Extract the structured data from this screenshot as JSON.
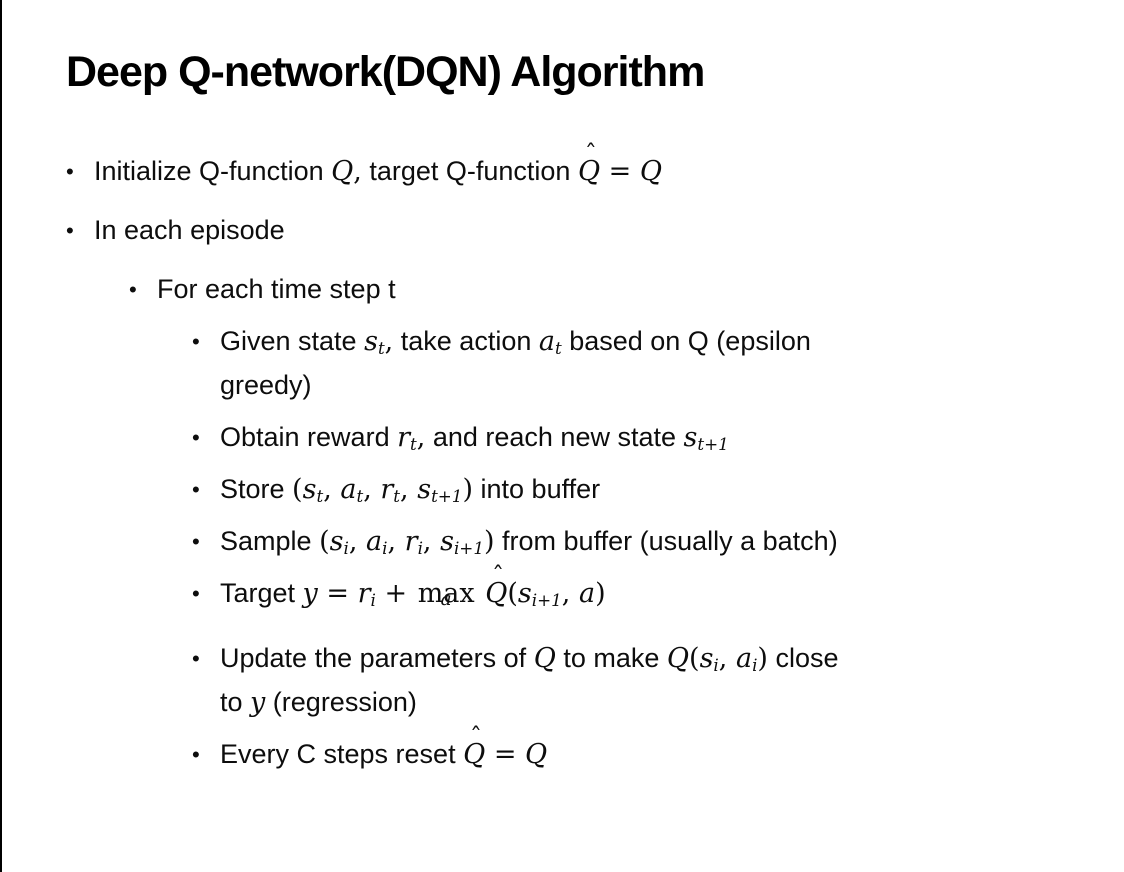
{
  "slide": {
    "title": "Deep Q-network(DQN) Algorithm",
    "bullet_glyph": "•",
    "bullets": [
      {
        "level": 1,
        "segments": [
          {
            "type": "text",
            "value": "Initialize Q-function "
          },
          {
            "type": "math",
            "value": "Q"
          },
          {
            "type": "op",
            "value": ","
          },
          {
            "type": "text",
            "value": " target Q-function "
          },
          {
            "type": "hat",
            "value": "Q"
          },
          {
            "type": "op",
            "value": " = "
          },
          {
            "type": "math",
            "value": "Q"
          }
        ]
      },
      {
        "level": 1,
        "segments": [
          {
            "type": "text",
            "value": "In each episode"
          }
        ]
      },
      {
        "level": 2,
        "segments": [
          {
            "type": "text",
            "value": "For each time step t"
          }
        ]
      },
      {
        "level": 3,
        "segments": [
          {
            "type": "text",
            "value": "Given state "
          },
          {
            "type": "subscript",
            "base": "s",
            "sub": "t"
          },
          {
            "type": "op",
            "value": ","
          },
          {
            "type": "text",
            "value": " take action "
          },
          {
            "type": "subscript",
            "base": "a",
            "sub": "t"
          },
          {
            "type": "text",
            "value": " based on Q (epsilon"
          },
          {
            "type": "break"
          },
          {
            "type": "text",
            "value": "greedy)"
          }
        ]
      },
      {
        "level": 3,
        "segments": [
          {
            "type": "text",
            "value": "Obtain reward "
          },
          {
            "type": "subscript",
            "base": "r",
            "sub": "t"
          },
          {
            "type": "op",
            "value": ","
          },
          {
            "type": "text",
            "value": " and reach new state "
          },
          {
            "type": "subscript",
            "base": "s",
            "sub": "t+1"
          }
        ]
      },
      {
        "level": 3,
        "segments": [
          {
            "type": "text",
            "value": "Store "
          },
          {
            "type": "op",
            "value": "("
          },
          {
            "type": "subscript",
            "base": "s",
            "sub": "t"
          },
          {
            "type": "op",
            "value": ", "
          },
          {
            "type": "subscript",
            "base": "a",
            "sub": "t"
          },
          {
            "type": "op",
            "value": ", "
          },
          {
            "type": "subscript",
            "base": "r",
            "sub": "t"
          },
          {
            "type": "op",
            "value": ", "
          },
          {
            "type": "subscript",
            "base": "s",
            "sub": "t+1"
          },
          {
            "type": "op",
            "value": ")"
          },
          {
            "type": "text",
            "value": " into buffer"
          }
        ]
      },
      {
        "level": 3,
        "segments": [
          {
            "type": "text",
            "value": "Sample "
          },
          {
            "type": "op",
            "value": "("
          },
          {
            "type": "subscript",
            "base": "s",
            "sub": "i"
          },
          {
            "type": "op",
            "value": ", "
          },
          {
            "type": "subscript",
            "base": "a",
            "sub": "i"
          },
          {
            "type": "op",
            "value": ", "
          },
          {
            "type": "subscript",
            "base": "r",
            "sub": "i"
          },
          {
            "type": "op",
            "value": ", "
          },
          {
            "type": "subscript",
            "base": "s",
            "sub": "i+1"
          },
          {
            "type": "op",
            "value": ")"
          },
          {
            "type": "text",
            "value": " from buffer (usually a batch)"
          }
        ]
      },
      {
        "level": 3,
        "segments": [
          {
            "type": "text",
            "value": "Target "
          },
          {
            "type": "math",
            "value": "y"
          },
          {
            "type": "op",
            "value": " = "
          },
          {
            "type": "subscript",
            "base": "r",
            "sub": "i"
          },
          {
            "type": "op",
            "value": " + "
          },
          {
            "type": "under",
            "base": "max",
            "under": "a"
          },
          {
            "type": "op",
            "value": " "
          },
          {
            "type": "hat",
            "value": "Q"
          },
          {
            "type": "op",
            "value": "("
          },
          {
            "type": "subscript",
            "base": "s",
            "sub": "i+1"
          },
          {
            "type": "op",
            "value": ", "
          },
          {
            "type": "math",
            "value": "a"
          },
          {
            "type": "op",
            "value": ")"
          }
        ]
      },
      {
        "level": 3,
        "segments": [
          {
            "type": "text",
            "value": "Update the parameters of "
          },
          {
            "type": "math",
            "value": "Q"
          },
          {
            "type": "text",
            "value": " to make "
          },
          {
            "type": "math",
            "value": "Q"
          },
          {
            "type": "op",
            "value": "("
          },
          {
            "type": "subscript",
            "base": "s",
            "sub": "i"
          },
          {
            "type": "op",
            "value": ", "
          },
          {
            "type": "subscript",
            "base": "a",
            "sub": "i"
          },
          {
            "type": "op",
            "value": ")"
          },
          {
            "type": "text",
            "value": " close"
          },
          {
            "type": "break"
          },
          {
            "type": "text",
            "value": "to "
          },
          {
            "type": "math",
            "value": "y"
          },
          {
            "type": "text",
            "value": " (regression)"
          }
        ]
      },
      {
        "level": 3,
        "segments": [
          {
            "type": "text",
            "value": "Every C steps reset "
          },
          {
            "type": "hat",
            "value": "Q"
          },
          {
            "type": "op",
            "value": " = "
          },
          {
            "type": "math",
            "value": "Q"
          }
        ]
      }
    ]
  },
  "colors": {
    "text_color": "#0d0d0d",
    "background": "#ffffff",
    "border_color": "#000000"
  }
}
